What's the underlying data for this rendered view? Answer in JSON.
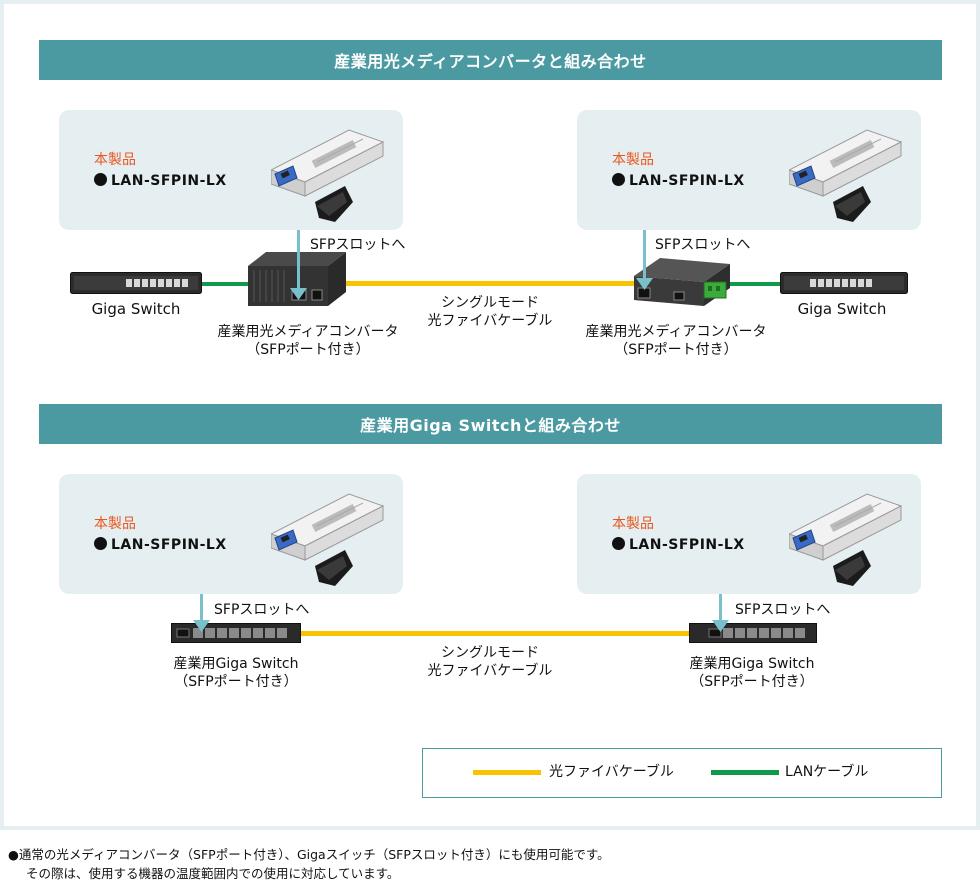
{
  "section1": {
    "title": "産業用光メディアコンバータと組み合わせ",
    "left_card": {
      "label": "本製品",
      "model": "LAN-SFPIN-LX"
    },
    "right_card": {
      "label": "本製品",
      "model": "LAN-SFPIN-LX"
    },
    "left_arrow_label": "SFPスロットへ",
    "right_arrow_label": "SFPスロットへ",
    "left_switch_label": "Giga Switch",
    "right_switch_label": "Giga Switch",
    "left_converter_line1": "産業用光メディアコンバータ",
    "left_converter_line2": "（SFPポート付き）",
    "right_converter_line1": "産業用光メディアコンバータ",
    "right_converter_line2": "（SFPポート付き）",
    "cable_line1": "シングルモード",
    "cable_line2": "光ファイバケーブル"
  },
  "section2": {
    "title": "産業用Giga Switchと組み合わせ",
    "left_card": {
      "label": "本製品",
      "model": "LAN-SFPIN-LX"
    },
    "right_card": {
      "label": "本製品",
      "model": "LAN-SFPIN-LX"
    },
    "left_arrow_label": "SFPスロットへ",
    "right_arrow_label": "SFPスロットへ",
    "left_switch_line1": "産業用Giga Switch",
    "left_switch_line2": "（SFPポート付き）",
    "right_switch_line1": "産業用Giga Switch",
    "right_switch_line2": "（SFPポート付き）",
    "cable_line1": "シングルモード",
    "cable_line2": "光ファイバケーブル"
  },
  "legend": {
    "fiber_label": "光ファイバケーブル",
    "lan_label": "LANケーブル"
  },
  "colors": {
    "banner": "#4b9aa2",
    "fiber": "#f9c300",
    "lan": "#0d9a4a",
    "accent_label": "#e9571f",
    "card_bg": "#e5eff2"
  },
  "notes": {
    "line1": "●通常の光メディアコンバータ（SFPポート付き）、Gigaスイッチ（SFPスロット付き）にも使用可能です。",
    "line2": "その際は、使用する機器の温度範囲内での使用に対応しています。"
  }
}
